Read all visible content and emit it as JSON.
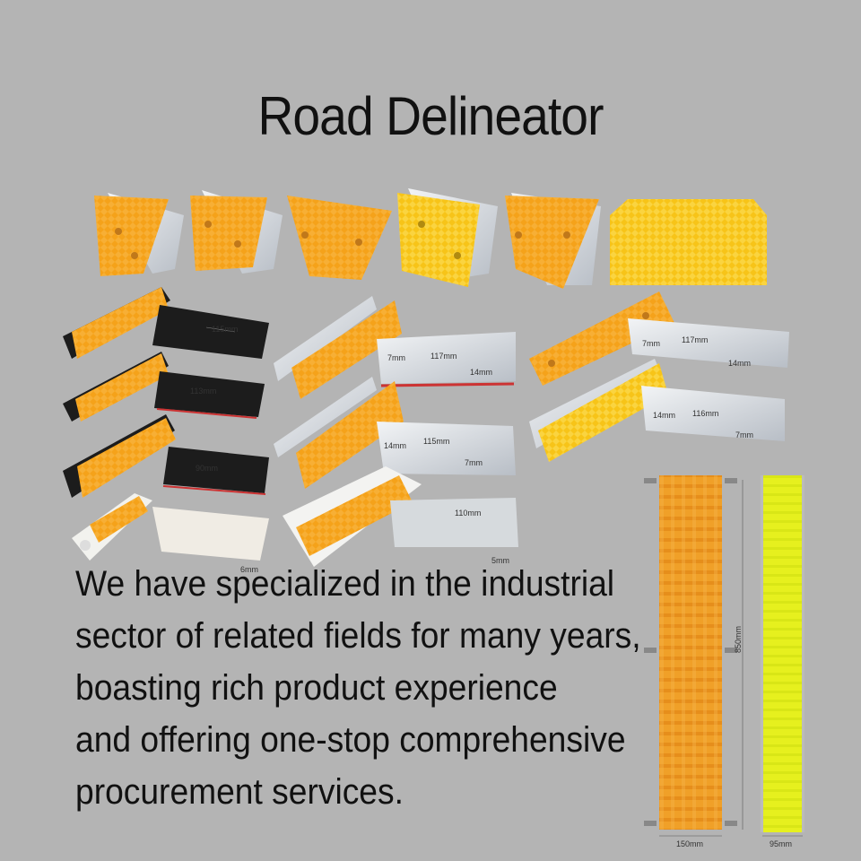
{
  "title": "Road Delineator",
  "description_lines": [
    "We have specialized in the industrial",
    "sector of related fields for many years,",
    "boasting rich product experience",
    "and offering one-stop comprehensive",
    "procurement services."
  ],
  "dimension_labels": {
    "black_1": "115mm",
    "black_2": "113mm",
    "black_3": "90mm",
    "white_base": "6mm",
    "bracket_1_length": "117mm",
    "bracket_1_left": "7mm",
    "bracket_1_right": "14mm",
    "bracket_2_length": "115mm",
    "bracket_2_left": "14mm",
    "bracket_2_right": "7mm",
    "bracket_3_length": "110mm",
    "bracket_3_depth": "5mm",
    "right_1_length": "117mm",
    "right_1_left": "7mm",
    "right_1_right": "14mm",
    "right_2_length": "116mm",
    "right_2_left": "14mm",
    "right_2_right": "7mm",
    "strip_height": "850mm",
    "strip_orange_width": "150mm",
    "strip_yellow_width": "95mm"
  },
  "colors": {
    "background": "#b4b4b4",
    "amber": "#f5a21a",
    "amber_dark": "#e08a10",
    "fluorescent_yellow": "#e6f01e",
    "yellow": "#f7c418",
    "aluminum": "#d9dde2",
    "black_body": "#1c1c1c"
  }
}
